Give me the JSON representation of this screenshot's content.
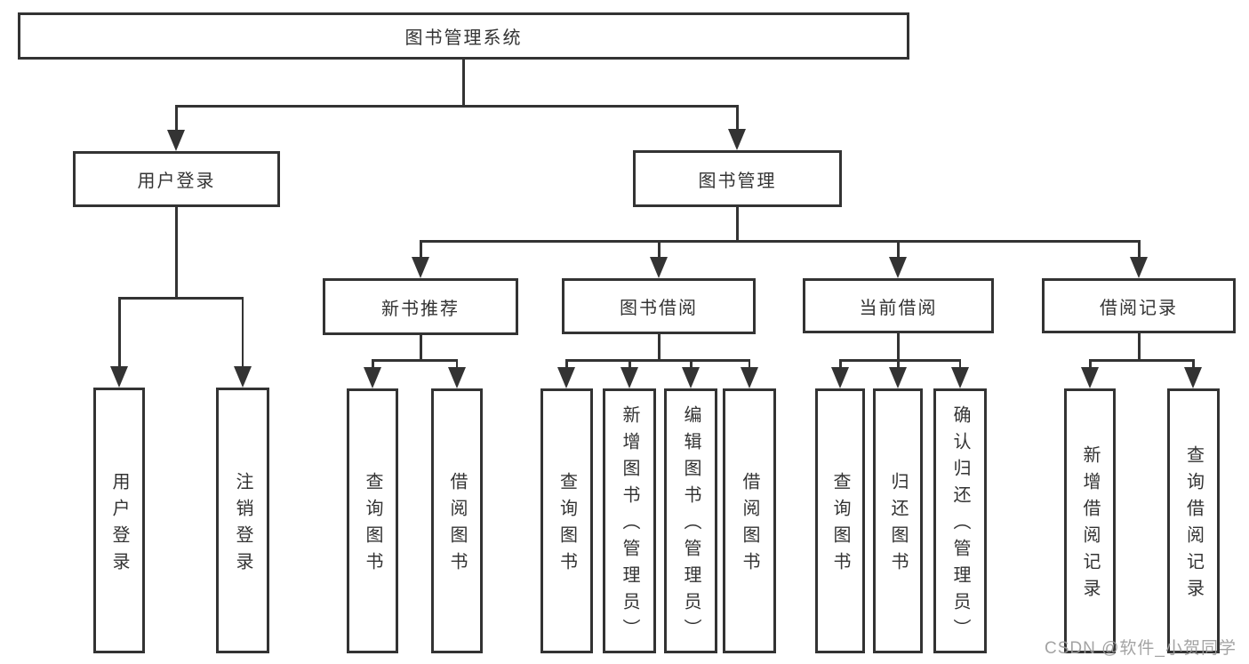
{
  "colors": {
    "line": "#333333",
    "text": "#333333",
    "background": "#ffffff",
    "watermark": "#9b9b9b"
  },
  "watermark": {
    "text": "CSDN @软件_小贺同学"
  },
  "tree": {
    "root": {
      "label": "图书管理系统"
    },
    "branches": [
      {
        "id": "user-login",
        "label": "用户登录",
        "children": [
          {
            "label": "用户登录"
          },
          {
            "label": "注销登录"
          }
        ]
      },
      {
        "id": "book-management",
        "label": "图书管理",
        "children": [
          {
            "id": "new-book-recommend",
            "label": "新书推荐",
            "children": [
              {
                "label": "查询图书"
              },
              {
                "label": "借阅图书"
              }
            ]
          },
          {
            "id": "book-borrowing",
            "label": "图书借阅",
            "children": [
              {
                "label": "查询图书"
              },
              {
                "label": "新增图书（管理员）"
              },
              {
                "label": "编辑图书（管理员）"
              },
              {
                "label": "借阅图书"
              }
            ]
          },
          {
            "id": "current-borrowing",
            "label": "当前借阅",
            "children": [
              {
                "label": "查询图书"
              },
              {
                "label": "归还图书"
              },
              {
                "label": "确认归还（管理员）"
              }
            ]
          },
          {
            "id": "borrowing-records",
            "label": "借阅记录",
            "children": [
              {
                "label": "新增借阅记录"
              },
              {
                "label": "查询借阅记录"
              }
            ]
          }
        ]
      }
    ]
  }
}
